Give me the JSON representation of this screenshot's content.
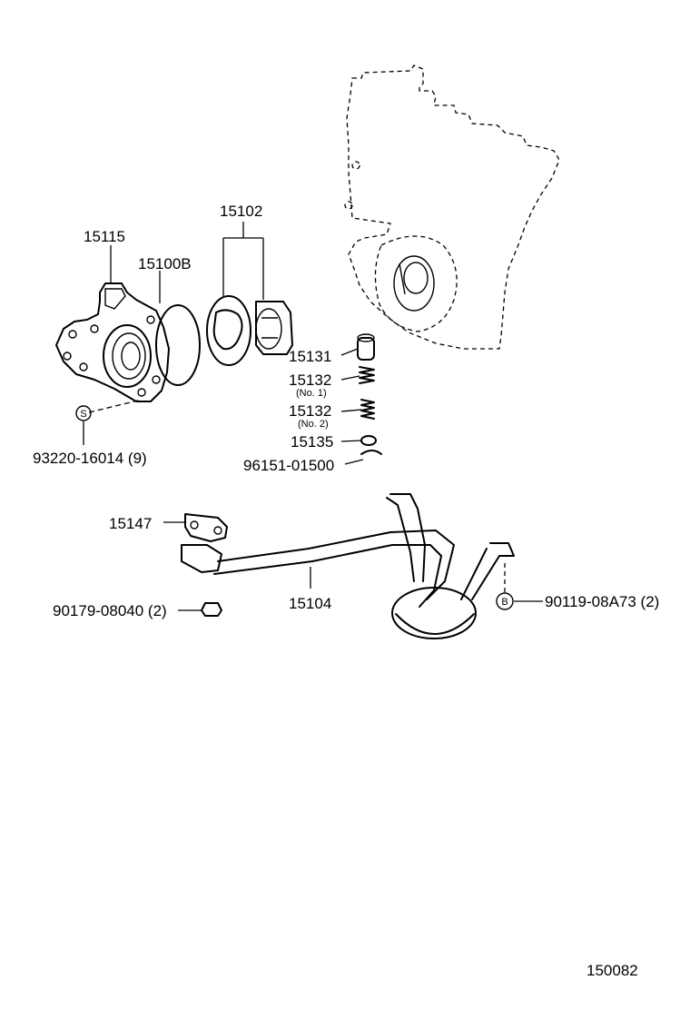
{
  "labels": {
    "p15115": "15115",
    "p15100b": "15100B",
    "p15102": "15102",
    "p15131": "15131",
    "p15132a": "15132",
    "p15132a_note": "(No. 1)",
    "p15132b": "15132",
    "p15132b_note": "(No. 2)",
    "p15135": "15135",
    "p96151": "96151-01500",
    "p93220": "93220-16014 (9)",
    "p15147": "15147",
    "p15104": "15104",
    "p90179": "90179-08040 (2)",
    "p90119": "90119-08A73 (2)",
    "diagram_id": "150082"
  },
  "symbols": {
    "s_mark": "S",
    "b_mark": "B"
  }
}
